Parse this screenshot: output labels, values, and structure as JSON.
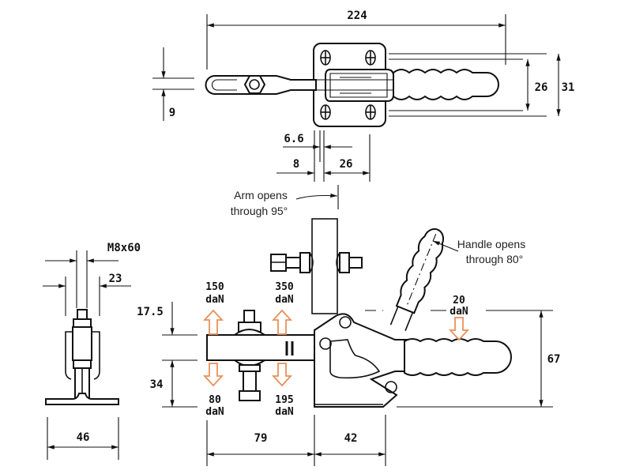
{
  "colors": {
    "lines": "#111111",
    "force_arrows": "#e8915a",
    "background": "#ffffff"
  },
  "top_view": {
    "dims": {
      "overall_length": "224",
      "arm_width": "9",
      "handle_inner": "26",
      "handle_outer": "31",
      "hole_dia": "6.6",
      "hole_offset": "8",
      "hole_spacing": "26"
    }
  },
  "front_view": {
    "dims": {
      "arm_above": "17.5",
      "arm_height": "34",
      "total_height": "67",
      "arm_length": "79",
      "base_length": "42"
    },
    "forces": [
      {
        "value": "150",
        "unit": "daN",
        "direction": "up"
      },
      {
        "value": "350",
        "unit": "daN",
        "direction": "up"
      },
      {
        "value": "80",
        "unit": "daN",
        "direction": "down"
      },
      {
        "value": "195",
        "unit": "daN",
        "direction": "down"
      },
      {
        "value": "20",
        "unit": "daN",
        "direction": "down"
      }
    ],
    "notes": {
      "arm_line1": "Arm opens",
      "arm_line2": "through 95°",
      "handle_line1": "Handle opens",
      "handle_line2": "through 80°"
    }
  },
  "side_view": {
    "dims": {
      "spindle": "M8x60",
      "bracket_width": "23",
      "base_width": "46"
    }
  }
}
